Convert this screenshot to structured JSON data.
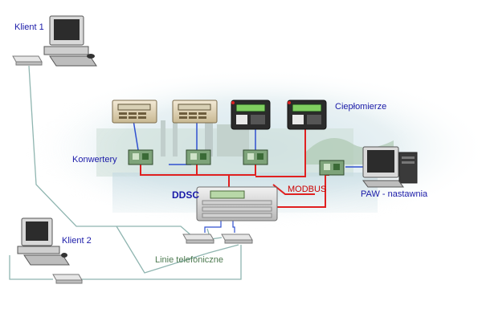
{
  "labels": {
    "client1": "Klient 1",
    "client2": "Klient 2",
    "heat_meters": "Ciepłomierze",
    "converters": "Konwertery",
    "ddsc": "DDSC",
    "modbus": "MODBUS",
    "workstation": "PAW - nastawnia",
    "phone_lines": "Linie telefoniczne"
  },
  "colors": {
    "modbus_bus": "#e02020",
    "rs485_link": "#3050d0",
    "phone_line": "#8fb5b0",
    "label_text": "#1a1aa8"
  }
}
